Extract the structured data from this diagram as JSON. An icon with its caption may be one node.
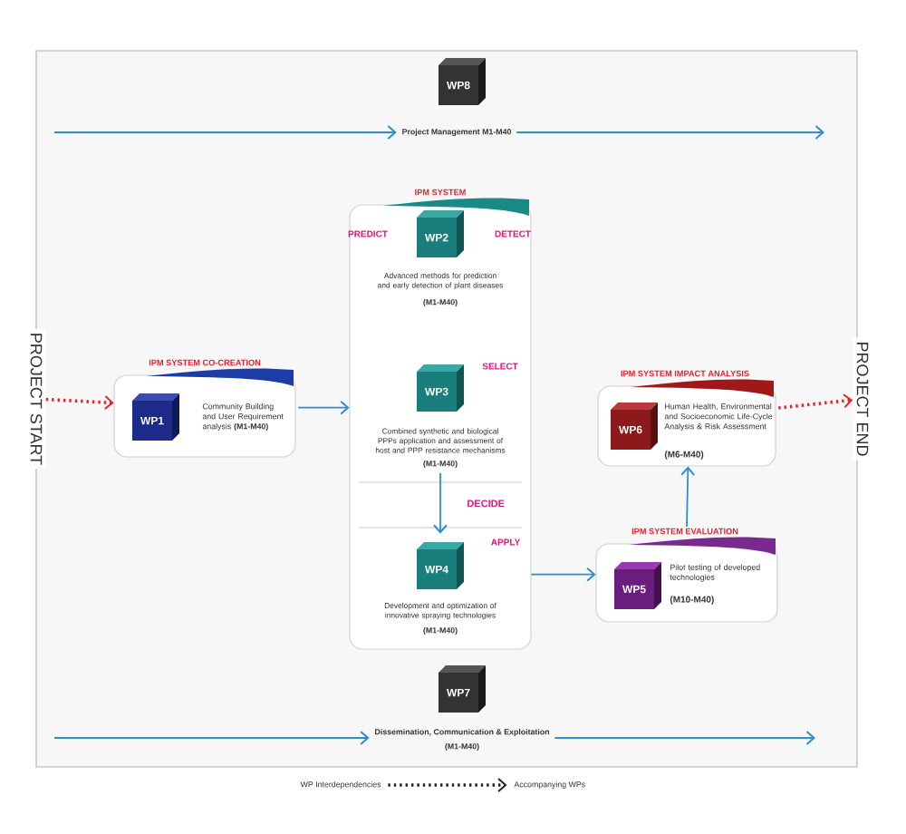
{
  "diagram": {
    "nodes": [
      {
        "text": [
          "WP8",
          "Project Management M1-M40"
        ]
      },
      {
        "text": [
          "IPM SYSTEM CO-CREATION",
          "WP1",
          "Community Building and User Requirement analysis **(M1-M40)**"
        ]
      },
      {
        "text": [
          "IPM SYSTEM"
        ]
      },
      {
        "text": [
          "PREDICT",
          "WP2",
          "DETECT",
          "Advanced methods for prediction and early detection of plant diseases",
          "(M1-M40)"
        ],
        "in": 2
      },
      {
        "text": [
          "SELECT",
          "WP3",
          "Combined synthetic and biological PPPs application and assessment of host and PPP resistance mechanisms",
          "(M1-M40)"
        ],
        "in": 2
      },
      {
        "text": [
          "APPLY",
          "WP4",
          "Development and optimization of innovative spraying technologies",
          "(M1-M40)"
        ],
        "in": 2
      },
      {
        "text": [
          "IPM SYSTEM EVALUATION",
          "WP5",
          "Pilot testing of developed technologies",
          "(M10-M40)"
        ]
      },
      {
        "text": [
          "IPM SYSTEM IMPACT ANALYSIS",
          "WP6",
          "Human Health, Environmental and Socioeconomic Life-Cycle Analysis & Risk Assessment",
          "(M6-M40)"
        ]
      },
      {
        "text": [
          "WP7",
          "Dissemination, Communication & Exploitation",
          "(M1-M40)"
        ]
      },
      {
        "text": [
          "PROJECT START"
        ]
      },
      {
        "text": [
          "PROJECT END"
        ]
      },
      {
        "text": [
          "WP Interdependencies"
        ]
      },
      {
        "text": [
          "Accompanying WPs"
        ]
      }
    ],
    "edges": [
      {
        "from": null,
        "to": 0,
        "arrow": "to"
      },
      {
        "from": 0,
        "to": null,
        "arrow": "to"
      },
      {
        "from": null,
        "to": 8,
        "arrow": "to"
      },
      {
        "from": 8,
        "to": null,
        "arrow": "to"
      },
      {
        "from": 9,
        "to": 1,
        "arrow": "to",
        "style": "dashed",
        "color": "#e8202a"
      },
      {
        "from": 1,
        "to": 2,
        "arrow": "to"
      },
      {
        "from": 4,
        "to": 5,
        "arrow": "to",
        "label": "DECIDE"
      },
      {
        "from": 2,
        "to": 6,
        "arrow": "to"
      },
      {
        "from": 6,
        "to": 7,
        "arrow": "to"
      },
      {
        "from": 7,
        "to": 10,
        "arrow": "to",
        "style": "dashed",
        "color": "#e8202a"
      },
      {
        "from": 11,
        "to": 12,
        "arrow": "to",
        "style": "dashed",
        "color": "#222222"
      }
    ]
  }
}
